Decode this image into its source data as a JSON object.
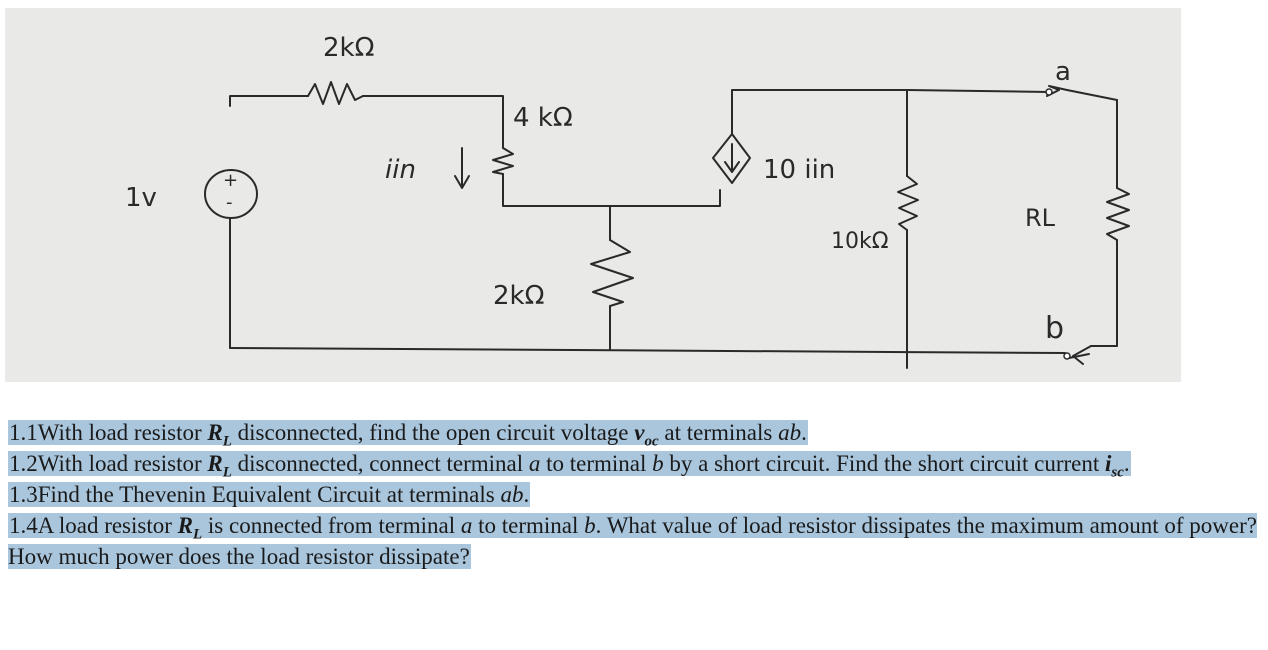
{
  "circuit": {
    "labels": {
      "source_voltage": "1v",
      "source_polarity_plus": "+",
      "source_polarity_minus": "-",
      "r_top": "2kΩ",
      "i_in": "iin",
      "r_4k": "4 kΩ",
      "dependent_source": "10 iin",
      "r_10k": "10kΩ",
      "r_bottom": "2kΩ",
      "terminal_a": "a",
      "terminal_b": "b",
      "load": "RL"
    }
  },
  "questions": {
    "q1": {
      "num": "1.1",
      "p1": "With load resistor ",
      "RL": "R",
      "RL_sub": "L",
      "p2": " disconnected, find the open circuit voltage ",
      "voc": "v",
      "voc_sub": "oc",
      "p3": " at terminals ",
      "ab": "ab",
      "p4": "."
    },
    "q2": {
      "num": "1.2",
      "p1": "With load resistor ",
      "RL": "R",
      "RL_sub": "L",
      "p2": " disconnected, connect terminal ",
      "a": "a",
      "p3": " to terminal ",
      "b": "b",
      "p4": " by a short circuit. Find the short circuit current ",
      "isc": "i",
      "isc_sub": "sc",
      "p5": "."
    },
    "q3": {
      "num": "1.3",
      "p1": "Find the Thevenin Equivalent Circuit at terminals ",
      "ab": "ab",
      "p2": "."
    },
    "q4": {
      "num": "1.4",
      "p1": "A load resistor ",
      "RL": "R",
      "RL_sub": "L",
      "p2": " is connected from terminal ",
      "a": "a",
      "p3": " to terminal ",
      "b": "b",
      "p4": ".  What value of load resistor dissipates the maximum amount of power?  How much power does the load resistor dissipate?"
    }
  }
}
